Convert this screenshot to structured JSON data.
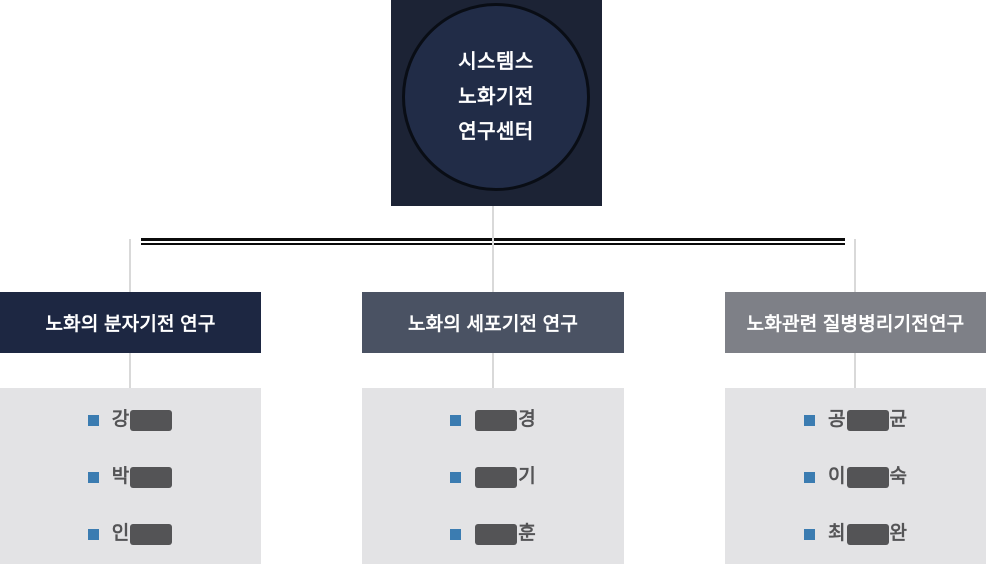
{
  "center": {
    "title_lines": [
      "시스템스",
      "노화기전",
      "연구센터"
    ]
  },
  "colors": {
    "root_square": "#1c2335",
    "root_circle": "#212c47",
    "circle_ring": "#090d15",
    "box1": "#1d2742",
    "box2": "#4a5263",
    "box3": "#7e8087",
    "panel_gray": "#e3e3e5",
    "bullet_blue": "#3b7cb1",
    "name_gray": "#545456",
    "connector_gray": "#d9d9d9",
    "line_black": "#0b0b0b"
  },
  "columns": [
    {
      "title": "노화의 분자기전 연구",
      "box_color": "#1d2742",
      "box_style": "background:#1d2742",
      "members": [
        {
          "prefix": "강",
          "suffix": "",
          "redacted": true
        },
        {
          "prefix": "박",
          "suffix": "",
          "redacted": true
        },
        {
          "prefix": "인",
          "suffix": "",
          "redacted": true
        }
      ]
    },
    {
      "title": "노화의 세포기전 연구",
      "box_color": "#4a5263",
      "box_style": "background:#4a5263",
      "members": [
        {
          "prefix": "",
          "suffix": "경",
          "redacted": true
        },
        {
          "prefix": "",
          "suffix": "기",
          "redacted": true
        },
        {
          "prefix": "",
          "suffix": "훈",
          "redacted": true
        }
      ]
    },
    {
      "title": "노화관련 질병병리기전연구",
      "box_color": "#7e8087",
      "box_style": "background:#7e8087",
      "members": [
        {
          "prefix": "공",
          "suffix": "균",
          "redacted": true
        },
        {
          "prefix": "이",
          "suffix": "숙",
          "redacted": true
        },
        {
          "prefix": "최",
          "suffix": "완",
          "redacted": true
        }
      ]
    }
  ]
}
